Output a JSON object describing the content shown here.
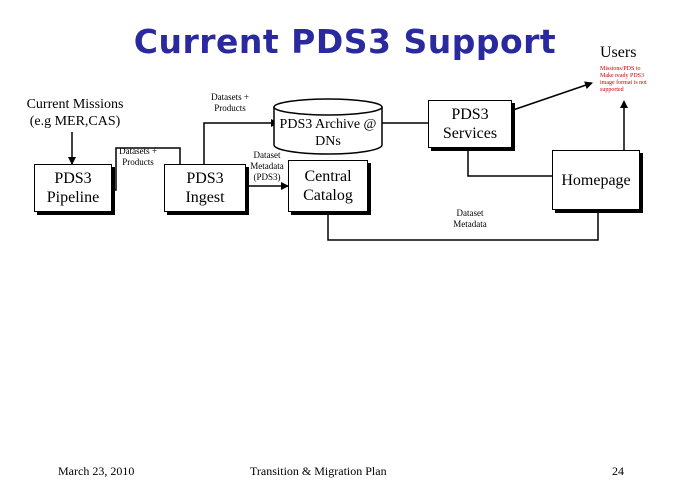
{
  "slide": {
    "title": "Current PDS3 Support",
    "users_label": "Users",
    "users_note": "Missions/PDS to Make ready PDS3 image format is not supported",
    "current_missions": "Current Missions (e.g MER,CAS)",
    "datasets_products_top": "Datasets + Products",
    "datasets_products_left": "Datasets + Products",
    "pipeline_box": "PDS3 Pipeline",
    "ingest_box": "PDS3 Ingest",
    "archive_label": "PDS3 Archive @ DNs",
    "dataset_metadata_pds3": "Dataset Metadata (PDS3)",
    "central_catalog": "Central Catalog",
    "services_box": "PDS3 Services",
    "homepage_box": "Homepage",
    "dataset_metadata_bottom": "Dataset Metadata",
    "footer_date": "March 23, 2010",
    "footer_center": "Transition & Migration Plan",
    "footer_page": "24"
  }
}
